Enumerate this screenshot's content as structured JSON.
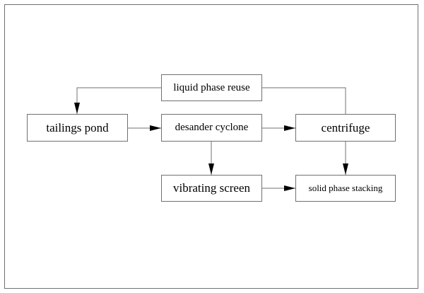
{
  "diagram": {
    "nodes": {
      "liquid_phase_reuse": "liquid phase reuse",
      "tailings_pond": "tailings pond",
      "desander_cyclone": "desander cyclone",
      "centrifuge": "centrifuge",
      "vibrating_screen": "vibrating screen",
      "solid_phase_stacking": "solid phase stacking"
    },
    "edges": [
      {
        "from": "liquid_phase_reuse",
        "to": "tailings_pond"
      },
      {
        "from": "centrifuge",
        "to": "liquid_phase_reuse"
      },
      {
        "from": "tailings_pond",
        "to": "desander_cyclone"
      },
      {
        "from": "desander_cyclone",
        "to": "centrifuge"
      },
      {
        "from": "desander_cyclone",
        "to": "vibrating_screen"
      },
      {
        "from": "centrifuge",
        "to": "solid_phase_stacking"
      },
      {
        "from": "vibrating_screen",
        "to": "solid_phase_stacking"
      }
    ],
    "colors": {
      "line": "#707070",
      "arrow": "#000000",
      "text": "#000000"
    }
  }
}
